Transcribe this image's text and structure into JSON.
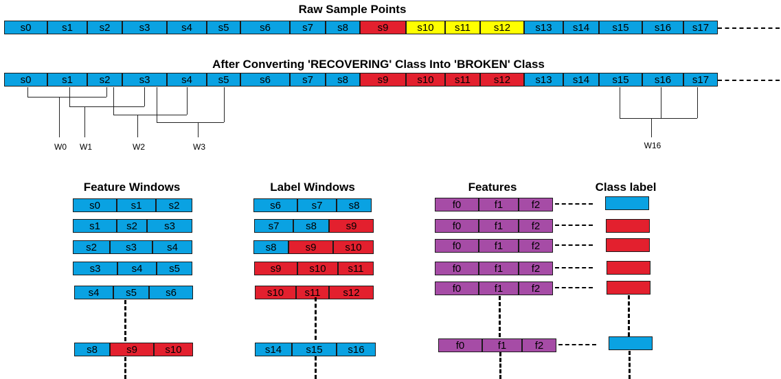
{
  "titles": {
    "raw": "Raw Sample Points",
    "converted": "After Converting 'RECOVERING' Class Into 'BROKEN' Class",
    "feature_windows": "Feature Windows",
    "label_windows": "Label Windows",
    "features": "Features",
    "class_label": "Class label"
  },
  "raw_samples": [
    {
      "label": "s0",
      "class": "blue"
    },
    {
      "label": "s1",
      "class": "blue"
    },
    {
      "label": "s2",
      "class": "blue"
    },
    {
      "label": "s3",
      "class": "blue"
    },
    {
      "label": "s4",
      "class": "blue"
    },
    {
      "label": "s5",
      "class": "blue"
    },
    {
      "label": "s6",
      "class": "blue"
    },
    {
      "label": "s7",
      "class": "blue"
    },
    {
      "label": "s8",
      "class": "blue"
    },
    {
      "label": "s9",
      "class": "red"
    },
    {
      "label": "s10",
      "class": "yellow"
    },
    {
      "label": "s11",
      "class": "yellow"
    },
    {
      "label": "s12",
      "class": "yellow"
    },
    {
      "label": "s13",
      "class": "blue"
    },
    {
      "label": "s14",
      "class": "blue"
    },
    {
      "label": "s15",
      "class": "blue"
    },
    {
      "label": "s16",
      "class": "blue"
    },
    {
      "label": "s17",
      "class": "blue"
    }
  ],
  "converted_samples": [
    {
      "label": "s0",
      "class": "blue"
    },
    {
      "label": "s1",
      "class": "blue"
    },
    {
      "label": "s2",
      "class": "blue"
    },
    {
      "label": "s3",
      "class": "blue"
    },
    {
      "label": "s4",
      "class": "blue"
    },
    {
      "label": "s5",
      "class": "blue"
    },
    {
      "label": "s6",
      "class": "blue"
    },
    {
      "label": "s7",
      "class": "blue"
    },
    {
      "label": "s8",
      "class": "blue"
    },
    {
      "label": "s9",
      "class": "red"
    },
    {
      "label": "s10",
      "class": "red"
    },
    {
      "label": "s11",
      "class": "red"
    },
    {
      "label": "s12",
      "class": "red"
    },
    {
      "label": "s13",
      "class": "blue"
    },
    {
      "label": "s14",
      "class": "blue"
    },
    {
      "label": "s15",
      "class": "blue"
    },
    {
      "label": "s16",
      "class": "blue"
    },
    {
      "label": "s17",
      "class": "blue"
    }
  ],
  "window_labels": [
    "W0",
    "W1",
    "W2",
    "W3",
    "W16"
  ],
  "feature_windows": [
    [
      {
        "label": "s0",
        "class": "blue"
      },
      {
        "label": "s1",
        "class": "blue"
      },
      {
        "label": "s2",
        "class": "blue"
      }
    ],
    [
      {
        "label": "s1",
        "class": "blue"
      },
      {
        "label": "s2",
        "class": "blue"
      },
      {
        "label": "s3",
        "class": "blue"
      }
    ],
    [
      {
        "label": "s2",
        "class": "blue"
      },
      {
        "label": "s3",
        "class": "blue"
      },
      {
        "label": "s4",
        "class": "blue"
      }
    ],
    [
      {
        "label": "s3",
        "class": "blue"
      },
      {
        "label": "s4",
        "class": "blue"
      },
      {
        "label": "s5",
        "class": "blue"
      }
    ],
    [
      {
        "label": "s4",
        "class": "blue"
      },
      {
        "label": "s5",
        "class": "blue"
      },
      {
        "label": "s6",
        "class": "blue"
      }
    ],
    [
      {
        "label": "s8",
        "class": "blue"
      },
      {
        "label": "s9",
        "class": "red"
      },
      {
        "label": "s10",
        "class": "red"
      }
    ]
  ],
  "label_windows": [
    [
      {
        "label": "s6",
        "class": "blue"
      },
      {
        "label": "s7",
        "class": "blue"
      },
      {
        "label": "s8",
        "class": "blue"
      }
    ],
    [
      {
        "label": "s7",
        "class": "blue"
      },
      {
        "label": "s8",
        "class": "blue"
      },
      {
        "label": "s9",
        "class": "red"
      }
    ],
    [
      {
        "label": "s8",
        "class": "blue"
      },
      {
        "label": "s9",
        "class": "red"
      },
      {
        "label": "s10",
        "class": "red"
      }
    ],
    [
      {
        "label": "s9",
        "class": "red"
      },
      {
        "label": "s10",
        "class": "red"
      },
      {
        "label": "s11",
        "class": "red"
      }
    ],
    [
      {
        "label": "s10",
        "class": "red"
      },
      {
        "label": "s11",
        "class": "red"
      },
      {
        "label": "s12",
        "class": "red"
      }
    ],
    [
      {
        "label": "s14",
        "class": "blue"
      },
      {
        "label": "s15",
        "class": "blue"
      },
      {
        "label": "s16",
        "class": "blue"
      }
    ]
  ],
  "features": [
    "f0",
    "f1",
    "f2"
  ],
  "class_labels": [
    "blue",
    "red",
    "red",
    "red",
    "red",
    "blue"
  ],
  "colors": {
    "blue": "#0aa2e2",
    "red": "#e3202e",
    "yellow": "#ffff00",
    "purple": "#a64ca6"
  }
}
